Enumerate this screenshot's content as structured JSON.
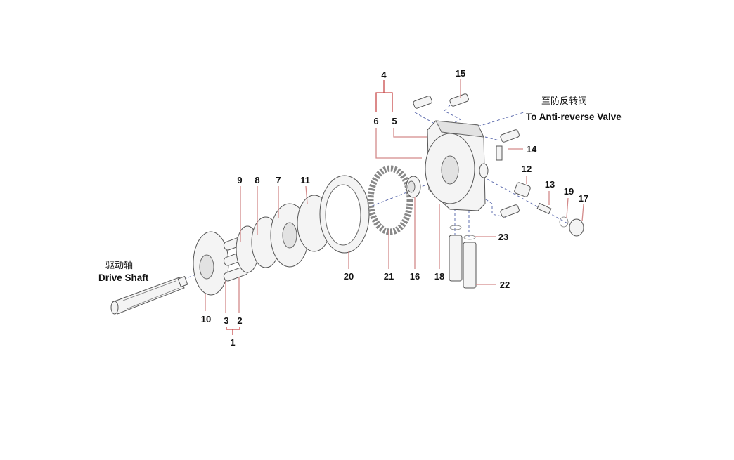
{
  "captions": {
    "valve_cn": "至防反转阀",
    "valve_en": "To Anti-reverse Valve",
    "shaft_cn": "驱动轴",
    "shaft_en": "Drive Shaft"
  },
  "part_labels": {
    "p1": "1",
    "p2": "2",
    "p3": "3",
    "p4": "4",
    "p5": "5",
    "p6": "6",
    "p7": "7",
    "p8": "8",
    "p9": "9",
    "p10": "10",
    "p11": "11",
    "p12": "12",
    "p13": "13",
    "p14": "14",
    "p15": "15",
    "p16": "16",
    "p17": "17",
    "p18": "18",
    "p19": "19",
    "p20": "20",
    "p21": "21",
    "p22": "22",
    "p23": "23"
  },
  "colors": {
    "leader": "#d38a8a",
    "axis": "#6270b0",
    "outline": "#555555"
  }
}
